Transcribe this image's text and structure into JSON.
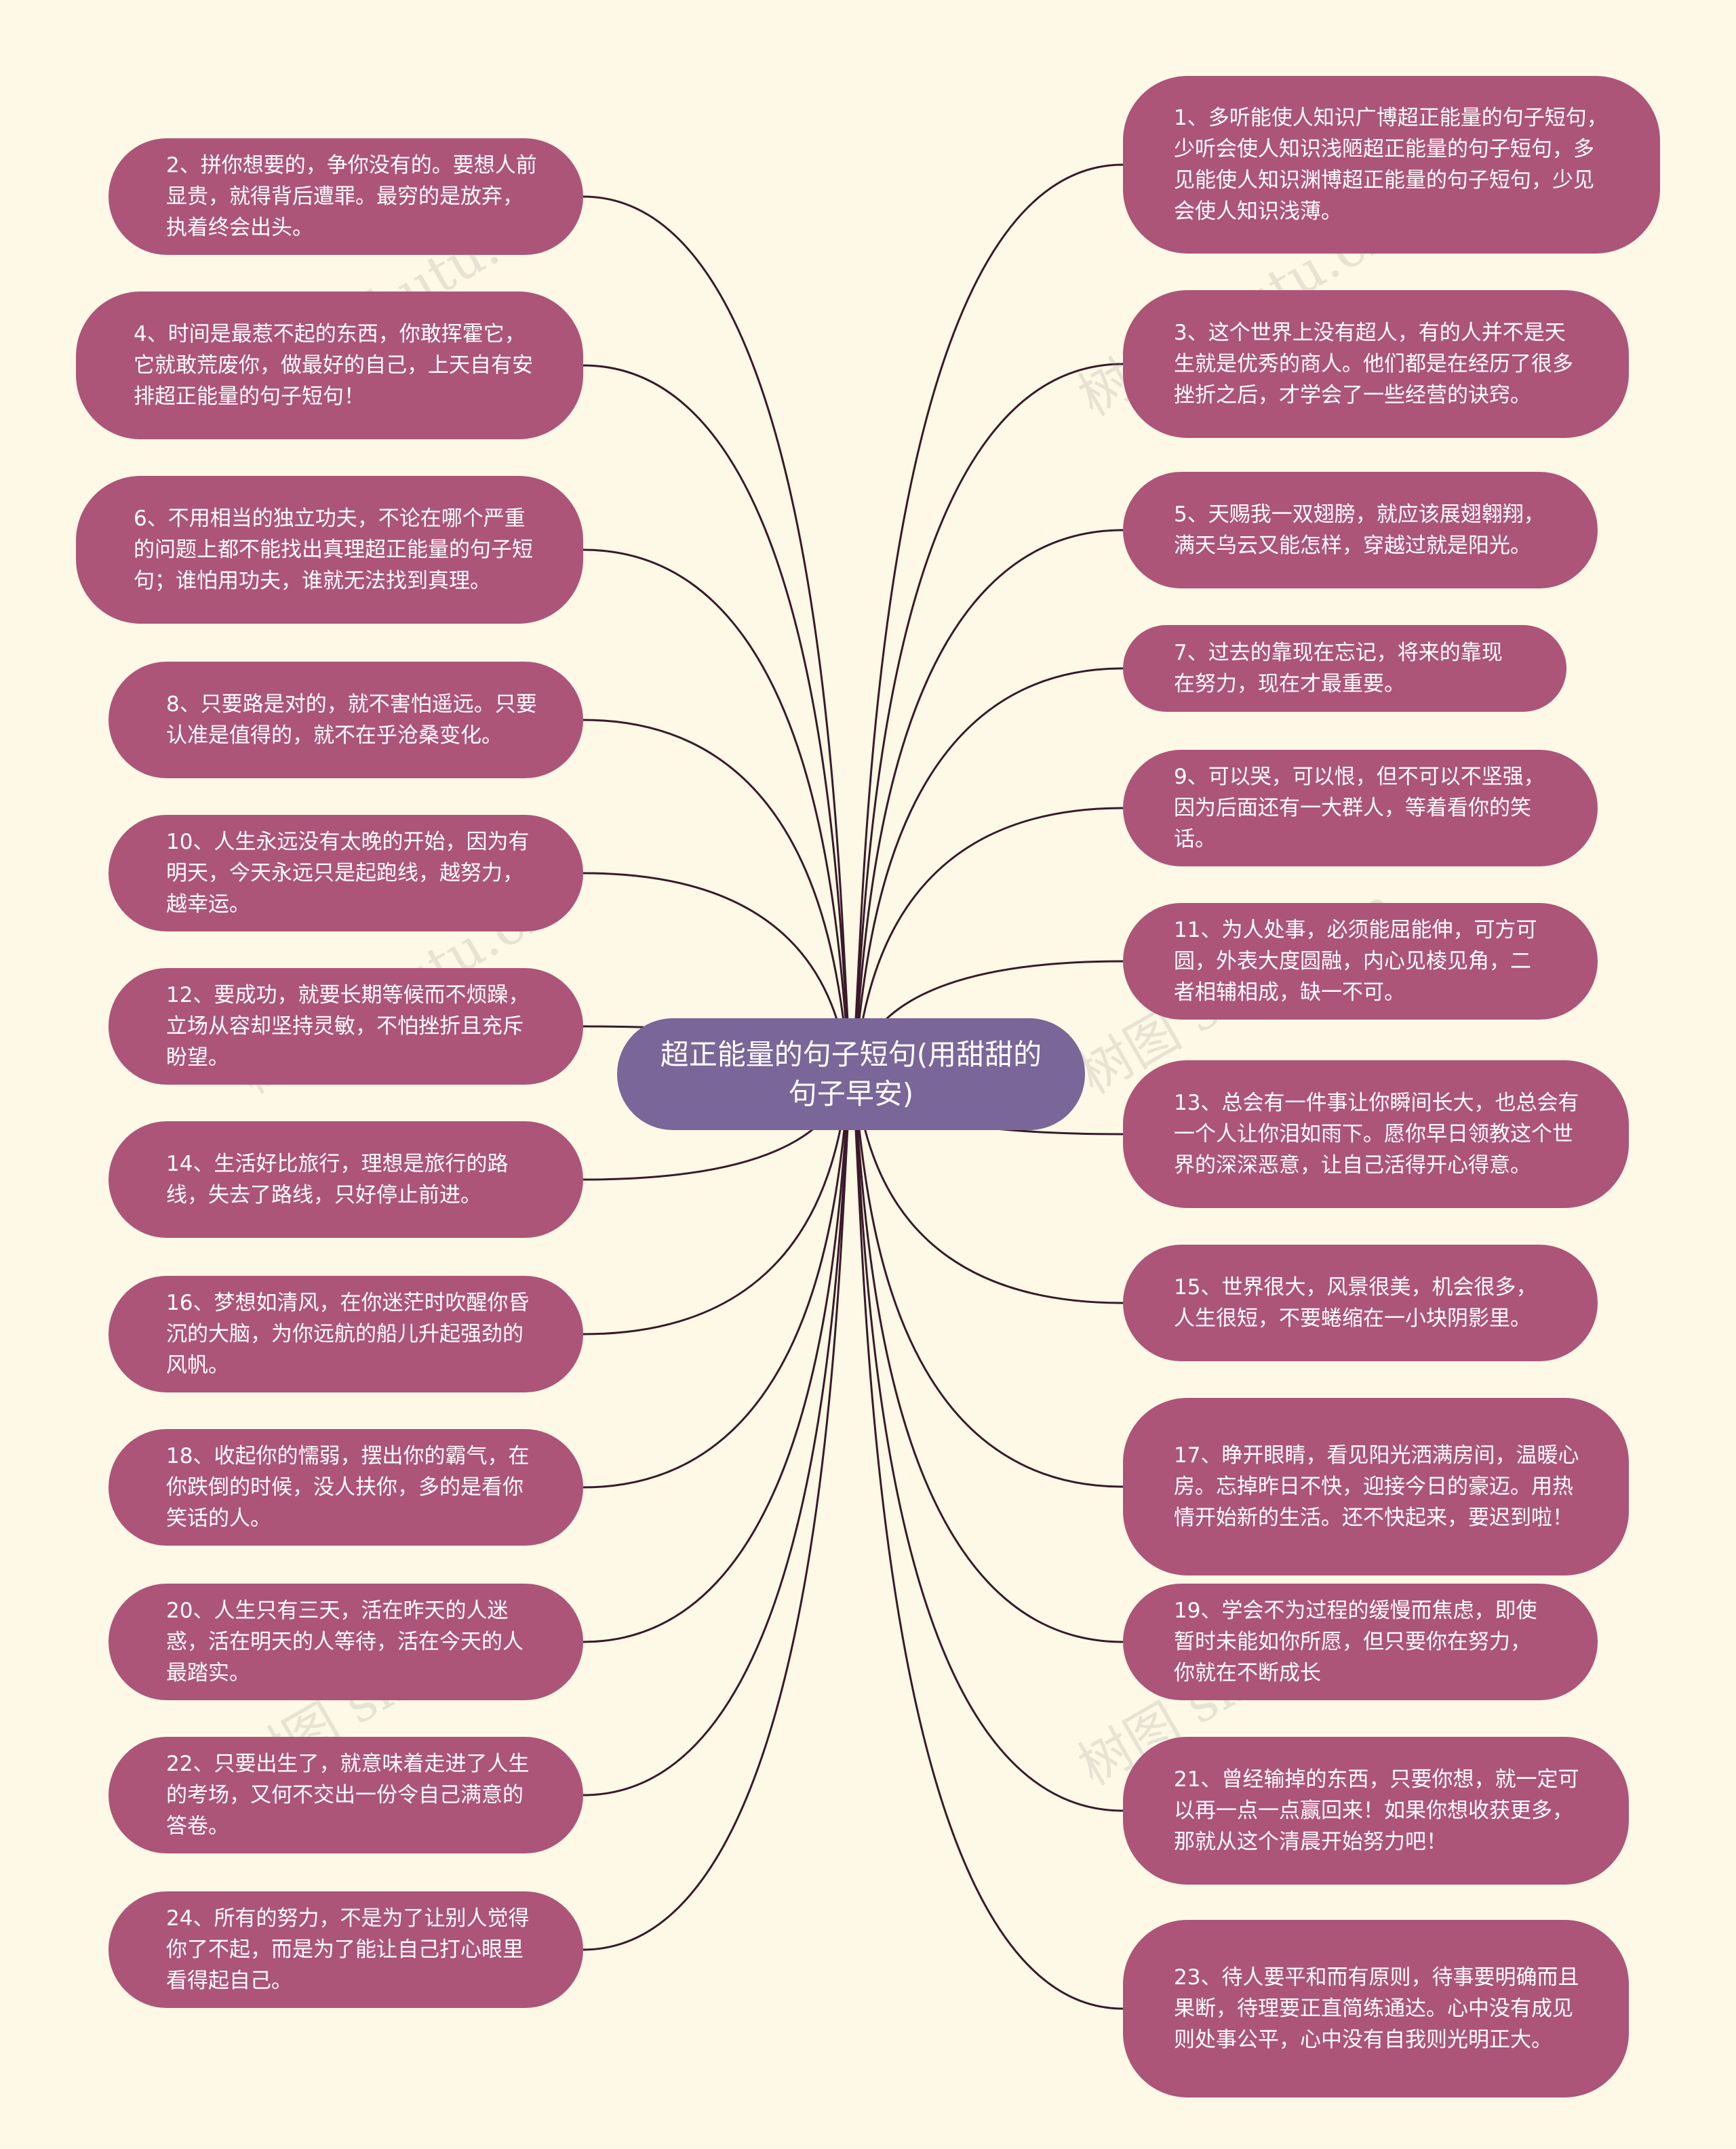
{
  "title": "超正能量的句子短句(用甜甜的句子早安)",
  "watermark": "树图 shutu.cn",
  "colors": {
    "background": "#fdf9e6",
    "node": "#ad5479",
    "center": "#7a6698",
    "line": "#3a1a2a"
  },
  "left_nodes": [
    "2、拼你想要的，争你没有的。要想人前显贵，就得背后遭罪。最穷的是放弃，执着终会出头。",
    "4、时间是最惹不起的东西，你敢挥霍它，它就敢荒废你，做最好的自己，上天自有安排超正能量的句子短句！",
    "6、不用相当的独立功夫，不论在哪个严重的问题上都不能找出真理超正能量的句子短句；谁怕用功夫，谁就无法找到真理。",
    "8、只要路是对的，就不害怕遥远。只要认准是值得的，就不在乎沧桑变化。",
    "10、人生永远没有太晚的开始，因为有明天，今天永远只是起跑线，越努力，越幸运。",
    "12、要成功，就要长期等候而不烦躁，立场从容却坚持灵敏，不怕挫折且充斥盼望。",
    "14、生活好比旅行，理想是旅行的路线，失去了路线，只好停止前进。",
    "16、梦想如清风，在你迷茫时吹醒你昏沉的大脑，为你远航的船儿升起强劲的风帆。",
    "18、收起你的懦弱，摆出你的霸气，在你跌倒的时候，没人扶你，多的是看你笑话的人。",
    "20、人生只有三天，活在昨天的人迷惑，活在明天的人等待，活在今天的人最踏实。",
    "22、只要出生了，就意味着走进了人生的考场，又何不交出一份令自己满意的答卷。",
    "24、所有的努力，不是为了让别人觉得你了不起，而是为了能让自己打心眼里看得起自己。"
  ],
  "right_nodes": [
    "1、多听能使人知识广博超正能量的句子短句，少听会使人知识浅陋超正能量的句子短句，多见能使人知识渊博超正能量的句子短句，少见会使人知识浅薄。",
    "3、这个世界上没有超人，有的人并不是天生就是优秀的商人。他们都是在经历了很多挫折之后，才学会了一些经营的诀窍。",
    "5、天赐我一双翅膀，就应该展翅翱翔，满天乌云又能怎样，穿越过就是阳光。",
    "7、过去的靠现在忘记，将来的靠现在努力，现在才最重要。",
    "9、可以哭，可以恨，但不可以不坚强，因为后面还有一大群人，等着看你的笑话。",
    "11、为人处事，必须能屈能伸，可方可圆，外表大度圆融，内心见棱见角，二者相辅相成，缺一不可。",
    "13、总会有一件事让你瞬间长大，也总会有一个人让你泪如雨下。愿你早日领教这个世界的深深恶意，让自己活得开心得意。",
    "15、世界很大，风景很美，机会很多，人生很短，不要蜷缩在一小块阴影里。",
    "17、睁开眼睛，看见阳光洒满房间，温暖心房。忘掉昨日不快，迎接今日的豪迈。用热情开始新的生活。还不快起来，要迟到啦！",
    "19、学会不为过程的缓慢而焦虑，即使暂时未能如你所愿，但只要你在努力，你就在不断成长",
    "21、曾经输掉的东西，只要你想，就一定可以再一点一点赢回来！如果你想收获更多，那就从这个清晨开始努力吧！",
    "23、待人要平和而有原则，待事要明确而且果断，待理要正直简练通达。心中没有成见则处事公平，心中没有自我则光明正大。"
  ]
}
